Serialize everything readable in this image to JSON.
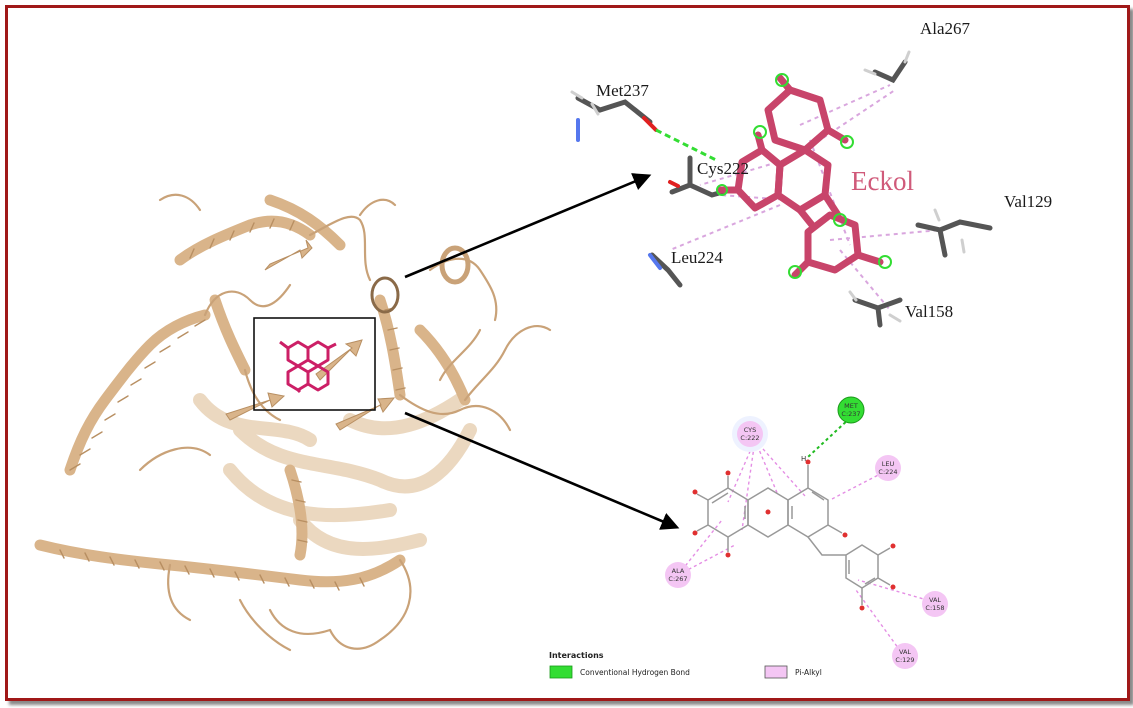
{
  "ligand_label": "Eckol",
  "residues_3d": [
    "Ala267",
    "Met237",
    "Cys222",
    "Val129",
    "Leu224",
    "Val158"
  ],
  "residues_2d": [
    {
      "name": "MET",
      "chain": "C:237",
      "kind": "hbond"
    },
    {
      "name": "CYS",
      "chain": "C:222",
      "kind": "pi"
    },
    {
      "name": "LEU",
      "chain": "C:224",
      "kind": "pi"
    },
    {
      "name": "ALA",
      "chain": "C:267",
      "kind": "pi"
    },
    {
      "name": "VAL",
      "chain": "C:158",
      "kind": "pi"
    },
    {
      "name": "VAL",
      "chain": "C:129",
      "kind": "pi"
    }
  ],
  "h_label": "H",
  "legend": {
    "title": "Interactions",
    "items": [
      {
        "label": "Conventional Hydrogen Bond",
        "color": "#33dd33"
      },
      {
        "label": "Pi-Alkyl",
        "color": "#f4c6f4"
      }
    ]
  },
  "colors": {
    "frame": "#a01818",
    "protein": "#d9b48a",
    "ligand": "#c8446a",
    "hbond": "#33dd33",
    "pi_alkyl": "#e48ee4"
  }
}
